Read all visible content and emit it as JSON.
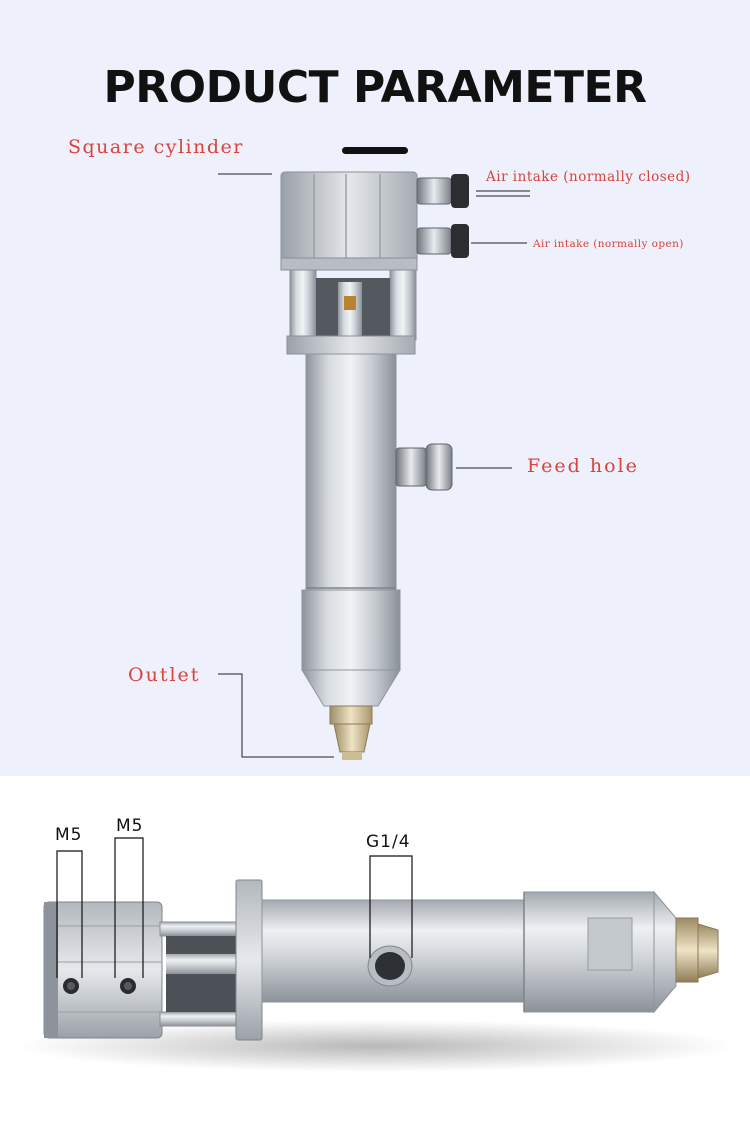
{
  "header": {
    "title": "PRODUCT PARAMETER"
  },
  "callouts": {
    "square_cylinder": "Square cylinder",
    "air_intake_closed": "Air intake (normally closed)",
    "air_intake_open": "Air intake (normally open)",
    "feed_hole": "Feed hole",
    "outlet": "Outlet"
  },
  "dimensions": {
    "m5_left": "M5",
    "m5_right": "M5",
    "feed_port": "G1/4"
  },
  "colors": {
    "accent_label": "#d9433a",
    "top_background": "#eef0fb",
    "metal": "#c9cdd3"
  },
  "icons": {
    "valve": "dispensing-valve-illustration",
    "valve_side": "dispensing-valve-side-view"
  }
}
